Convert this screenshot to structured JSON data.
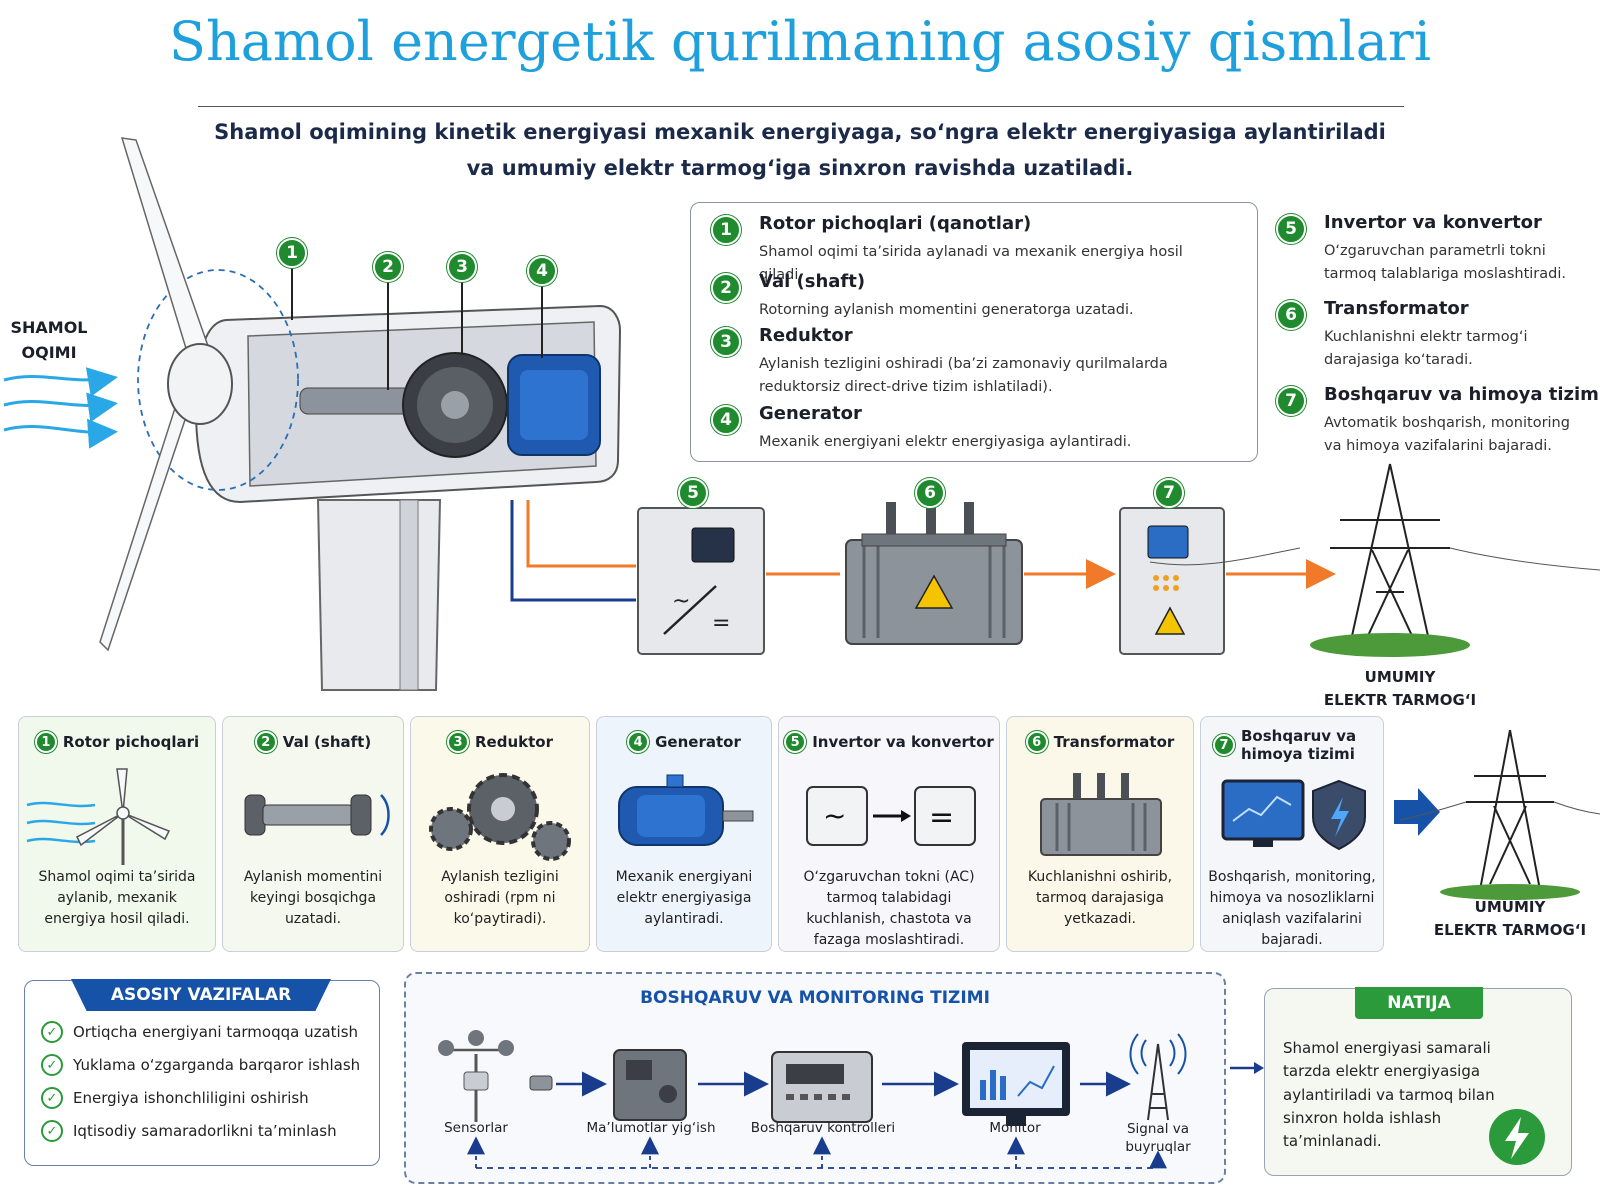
{
  "title": "Shamol energetik qurilmaning asosiy qismlari",
  "subtitle_line1": "Shamol oqimining kinetik energiyasi mexanik energiyaga, so‘ngra elektr energiyasiga aylantiriladi",
  "subtitle_line2": "va umumiy elektr tarmog‘iga sinxron ravishda uzatiladi.",
  "wind_label_line1": "SHAMOL",
  "wind_label_line2": "OQIMI",
  "numbers": [
    "1",
    "2",
    "3",
    "4",
    "5",
    "6",
    "7"
  ],
  "legend": [
    {
      "num": "1",
      "title": "Rotor pichoqlari (qanotlar)",
      "desc": "Shamol oqimi ta’sirida aylanadi va mexanik energiya hosil qiladi."
    },
    {
      "num": "2",
      "title": "Val (shaft)",
      "desc": "Rotorning aylanish momentini generatorga uzatadi."
    },
    {
      "num": "3",
      "title": "Reduktor",
      "desc": "Aylanish tezligini oshiradi (ba’zi zamonaviy qurilmalarda reduktorsiz direct-drive tizim ishlatiladi)."
    },
    {
      "num": "4",
      "title": "Generator",
      "desc": "Mexanik energiyani elektr energiyasiga aylantiradi."
    },
    {
      "num": "5",
      "title": "Invertor va konvertor",
      "desc": "O‘zgaruvchan parametrli tokni tarmoq talablariga moslashtiradi."
    },
    {
      "num": "6",
      "title": "Transformator",
      "desc": "Kuchlanishni elektr tarmog‘i darajasiga ko‘taradi."
    },
    {
      "num": "7",
      "title": "Boshqaruv va himoya tizimi",
      "desc": "Avtomatik boshqarish, monitoring va himoya vazifalarini bajaradi."
    }
  ],
  "grid_label_line1": "UMUMIY",
  "grid_label_line2": "ELEKTR TARMOG‘I",
  "cards": [
    {
      "num": "1",
      "title": "Rotor pichoqlari",
      "desc": "Shamol oqimi ta’sirida aylanib, mexanik energiya hosil qiladi.",
      "bg": "#f1f8ec"
    },
    {
      "num": "2",
      "title": "Val (shaft)",
      "desc": "Aylanish momentini keyingi bosqichga uzatadi.",
      "bg": "#f4f8ee"
    },
    {
      "num": "3",
      "title": "Reduktor",
      "desc": "Aylanish tezligini oshiradi (rpm ni ko‘paytiradi).",
      "bg": "#fbf9e9"
    },
    {
      "num": "4",
      "title": "Generator",
      "desc": "Mexanik energiyani elektr energiyasiga aylantiradi.",
      "bg": "#eef4fb"
    },
    {
      "num": "5",
      "title": "Invertor va konvertor",
      "desc": "O‘zgaruvchan tokni (AC) tarmoq talabidagi kuchlanish, chastota va fazaga moslashtiradi.",
      "bg": "#f6f6fb"
    },
    {
      "num": "6",
      "title": "Transformator",
      "desc": "Kuchlanishni oshirib, tarmoq darajasiga yetkazadi.",
      "bg": "#fbf8ea"
    },
    {
      "num": "7",
      "title": "Boshqaruv va himoya tizimi",
      "desc": "Boshqarish, monitoring, himoya va nosozliklarni aniqlash vazifalarini bajaradi.",
      "bg": "#f4f6fa"
    }
  ],
  "tasks": {
    "title": "ASOSIY VAZIFALAR",
    "items": [
      "Ortiqcha energiyani tarmoqqa uzatish",
      "Yuklama o‘zgarganda barqaror ishlash",
      "Energiya ishonchliligini oshirish",
      "Iqtisodiy samaradorlikni ta’minlash"
    ]
  },
  "monitoring": {
    "title": "BOSHQARUV VA MONITORING TIZIMI",
    "steps": [
      {
        "label": "Sensorlar"
      },
      {
        "label": "Ma’lumotlar yig‘ish"
      },
      {
        "label": "Boshqaruv kontrolleri"
      },
      {
        "label": "Monitor"
      },
      {
        "label": "Signal va buyruqlar"
      }
    ]
  },
  "result": {
    "title": "NATIJA",
    "text": "Shamol energiyasi samarali tarzda elektr energiyasiga aylantiriladi va tarmoq bilan sinxron holda ishlash ta’minlanadi."
  },
  "colors": {
    "title": "#1ea0dc",
    "badge_green": "#1f8a2e",
    "tasks_blue": "#1652a8",
    "result_green": "#2b9a3a",
    "power_line": "#f07a2a",
    "signal_line": "#1a3c8c"
  },
  "icons": [
    "wind-turbine-icon",
    "shaft-icon",
    "gears-icon",
    "generator-icon",
    "inverter-icon",
    "transformer-icon",
    "monitor-icon",
    "shield-icon",
    "power-tower-icon",
    "anemometer-icon",
    "data-logger-icon",
    "controller-icon",
    "antenna-icon",
    "lightning-icon"
  ]
}
